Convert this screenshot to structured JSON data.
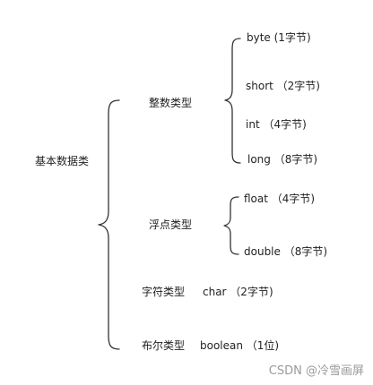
{
  "root": {
    "label": "基本数据类"
  },
  "categories": [
    {
      "label": "整数类型",
      "items": [
        "byte (1字节)",
        "short （2字节)",
        "int （4字节)",
        "long （8字节)"
      ]
    },
    {
      "label": "浮点类型",
      "items": [
        "float （4字节)",
        "double （8字节)"
      ]
    },
    {
      "label": "字符类型",
      "detail": "char （2字节)"
    },
    {
      "label": "布尔类型",
      "detail": "boolean （1位)"
    }
  ],
  "watermark": "CSDN @冷雪画屏"
}
